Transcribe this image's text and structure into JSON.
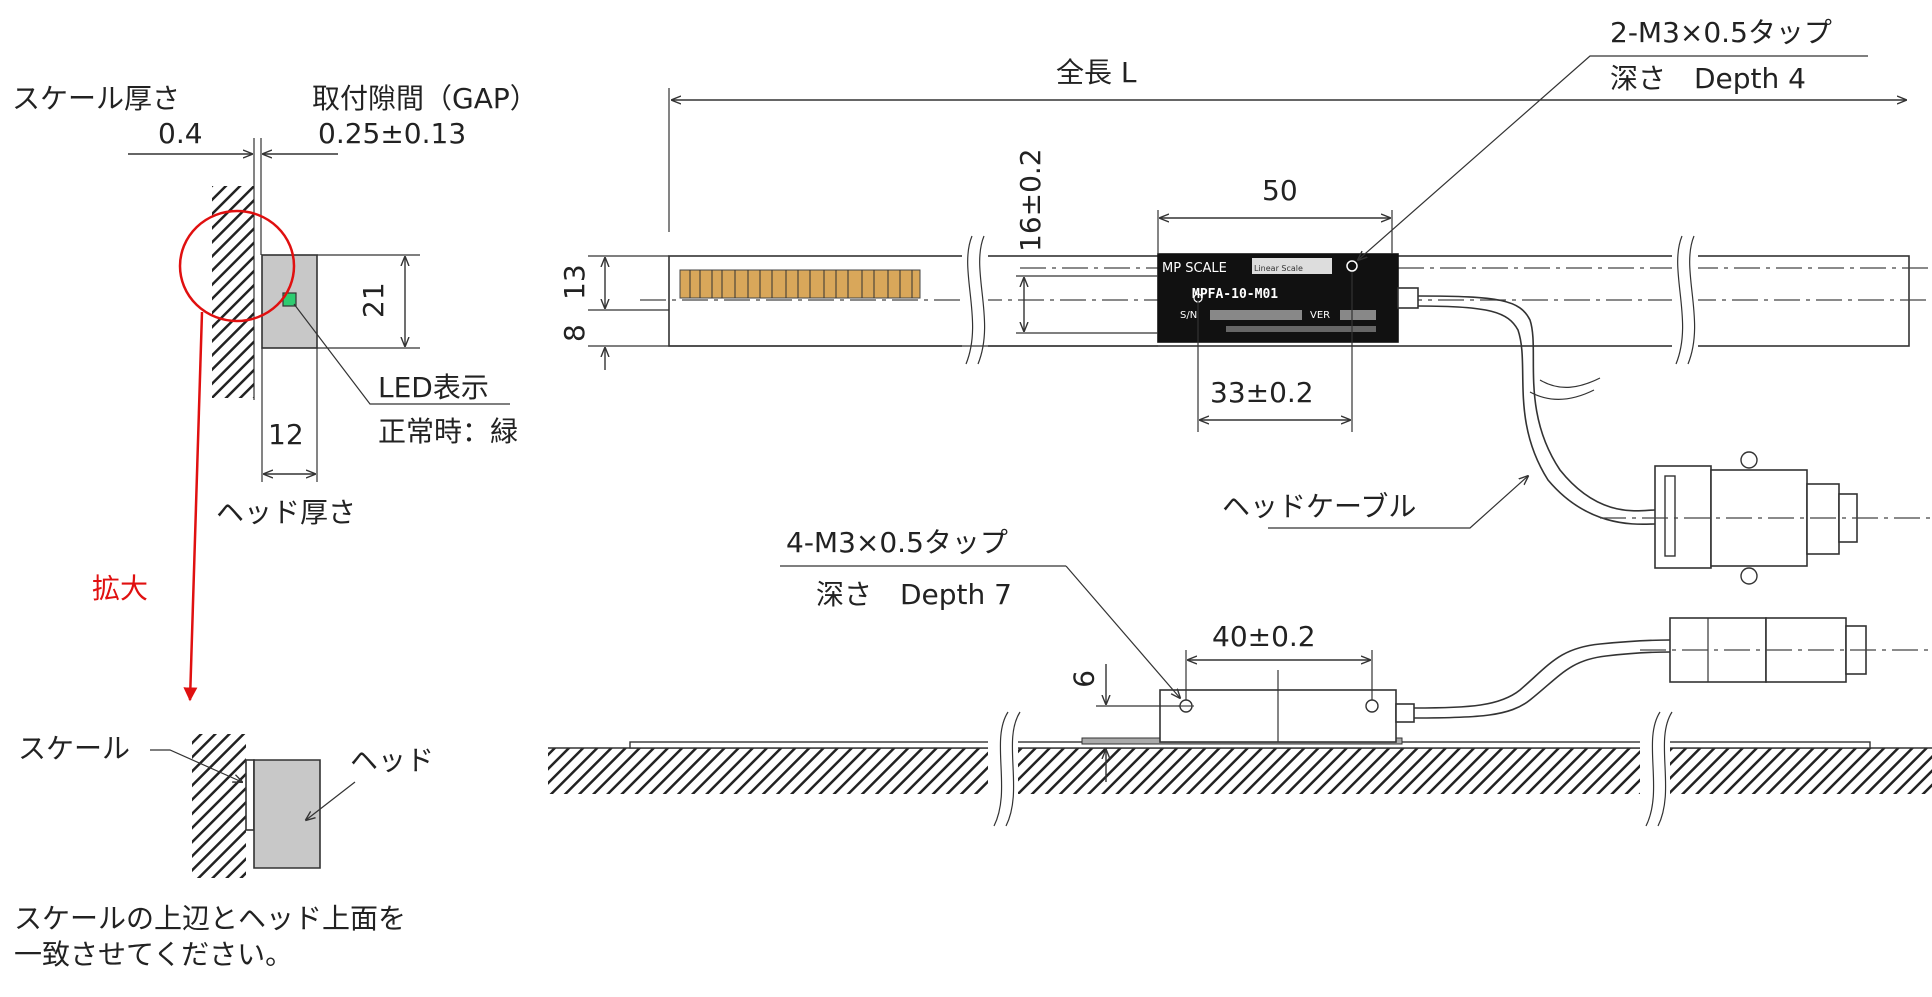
{
  "colors": {
    "line": "#333333",
    "hatch": "#222222",
    "red": "#e01010",
    "head_gray": "#c8c8c8",
    "head_black": "#111111",
    "led_green": "#2ecc71"
  },
  "left_view": {
    "scale_thickness_label": "スケール厚さ",
    "scale_thickness_value": "0.4",
    "gap_label": "取付隙間（GAP）",
    "gap_value": "0.25±0.13",
    "head_height": "21",
    "led_label": "LED表示",
    "led_normal": "正常時：緑",
    "head_width": "12",
    "head_thickness_label": "ヘッド厚さ",
    "enlarge_label": "拡大"
  },
  "enlarged_view": {
    "scale_label": "スケール",
    "head_label": "ヘッド",
    "note_line1": "スケールの上辺とヘッド上面を",
    "note_line2": "一致させてください。"
  },
  "top_view": {
    "total_length": "全長 L",
    "tap_top_line1": "2-M3×0.5タップ",
    "tap_top_line2": "深さ　Depth 4",
    "dim_50": "50",
    "dim_16": "16±0.2",
    "dim_13": "13",
    "dim_8": "8",
    "dim_33": "33±0.2",
    "head_brand": "MP SCALE",
    "head_sub": "Linear Scale",
    "head_model": "MPFA-10-M01",
    "head_sn": "S/N",
    "head_ver": "VER",
    "head_cable_label": "ヘッドケーブル"
  },
  "side_view": {
    "tap_bottom_line1": "4-M3×0.5タップ",
    "tap_bottom_line2": "深さ　Depth 7",
    "dim_40": "40±0.2",
    "dim_9": "9"
  }
}
